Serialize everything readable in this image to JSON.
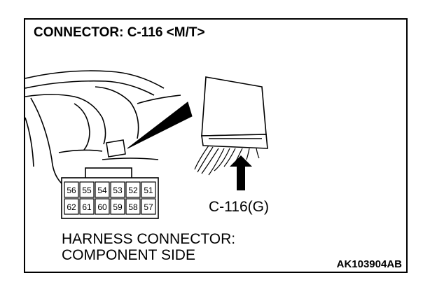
{
  "title": "CONNECTOR: C-116 <M/T>",
  "connector_label": "C-116(G)",
  "caption": {
    "line1": "HARNESS CONNECTOR:",
    "line2": "COMPONENT SIDE"
  },
  "figure_code": "AK103904AB",
  "pins": {
    "top_row": [
      "56",
      "55",
      "54",
      "53",
      "52",
      "51"
    ],
    "bottom_row": [
      "62",
      "61",
      "60",
      "59",
      "58",
      "57"
    ]
  }
}
